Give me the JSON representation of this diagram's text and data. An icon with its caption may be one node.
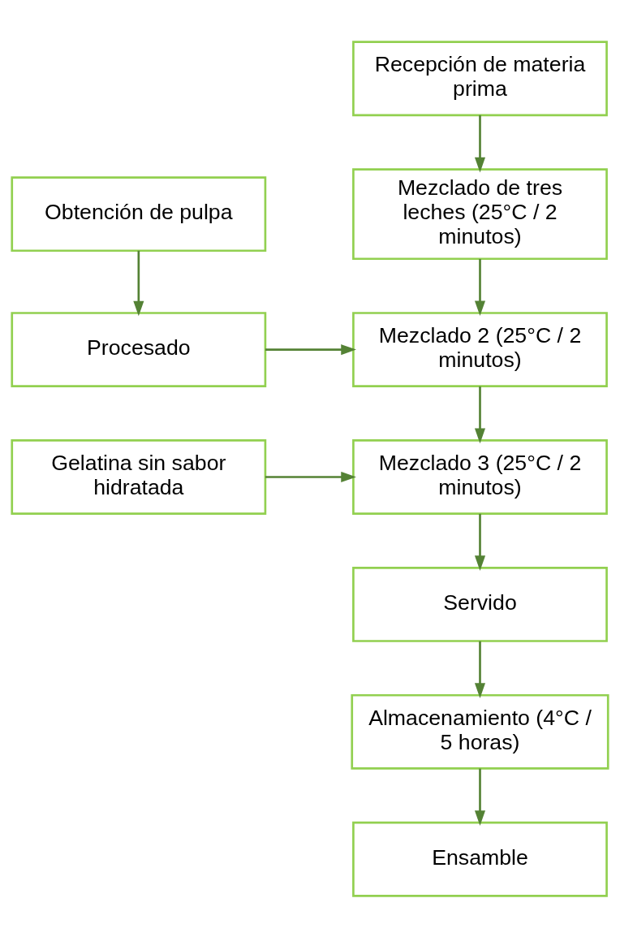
{
  "diagram": {
    "nodes": [
      {
        "text": [
          "Recepción de materia prima"
        ]
      },
      {
        "text": [
          "Obtención de pulpa"
        ]
      },
      {
        "text": [
          "Mezclado de tres leches (25°C / 2 minutos)"
        ]
      },
      {
        "text": [
          "Procesado"
        ]
      },
      {
        "text": [
          "Mezclado 2 (25°C / 2 minutos)"
        ]
      },
      {
        "text": [
          "Gelatina sin sabor hidratada"
        ]
      },
      {
        "text": [
          "Mezclado 3 (25°C / 2 minutos)"
        ]
      },
      {
        "text": [
          "Servido"
        ]
      },
      {
        "text": [
          "Almacenamiento (4°C / 5 horas)"
        ]
      },
      {
        "text": [
          "Ensamble"
        ]
      }
    ],
    "edges": [
      {
        "from": 0,
        "to": 2,
        "arrow": "to"
      },
      {
        "from": 1,
        "to": 3,
        "arrow": "to"
      },
      {
        "from": 2,
        "to": 4,
        "arrow": "to"
      },
      {
        "from": 3,
        "to": 4,
        "arrow": "to"
      },
      {
        "from": 4,
        "to": 6,
        "arrow": "to"
      },
      {
        "from": 5,
        "to": 6,
        "arrow": "to"
      },
      {
        "from": 6,
        "to": 7,
        "arrow": "to"
      },
      {
        "from": 7,
        "to": 8,
        "arrow": "to"
      },
      {
        "from": 8,
        "to": 9,
        "arrow": "to"
      }
    ]
  }
}
